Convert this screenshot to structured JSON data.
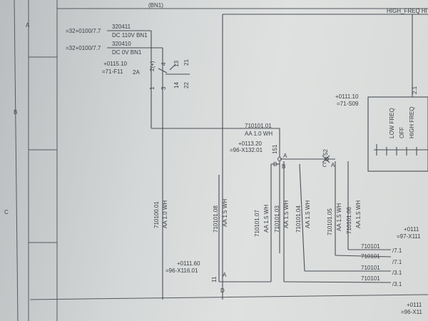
{
  "header": {
    "sheet_tag": "(BN1)",
    "right_title": "HIGH_FREQ HI"
  },
  "zones": [
    "A",
    "B",
    "C"
  ],
  "top_left": {
    "ref1": "=32+0100/7.7",
    "wire1": "320411",
    "desc1": "DC 110V BN1",
    "ref2": "=32+0100/7.7",
    "wire2": "320410",
    "desc2": "DC 0V BN1",
    "fuse_pos": "+0115.10",
    "fuse_tag": "=71-F11",
    "fuse_rating": "2A",
    "pin_1": "1",
    "pin_3": "3",
    "pin_2": "2(+)",
    "pin_4": "4",
    "pin_13": "13",
    "pin_21": "21",
    "pin_14": "14",
    "pin_22": "22"
  },
  "switch": {
    "pos": "+0111.10",
    "tag": "=71-S09",
    "label_low": "LOW FREQ",
    "label_off": "OFF",
    "label_high": "HIGH FREQ",
    "contact": "2.1"
  },
  "bus": {
    "wire": "710101.01",
    "spec": "AA 1.0 WH"
  },
  "terminal_block": {
    "pos": "+0113.20",
    "tag": "=96-X132.01",
    "term_151": "151",
    "term_52": "52",
    "label_d": "D",
    "label_a1": "A",
    "label_b": "B",
    "label_c": "C",
    "label_a2": "A"
  },
  "vertical_wires": [
    {
      "wire": "710100.01",
      "spec": "AA 1.0 WH"
    },
    {
      "wire": "710101.08",
      "spec": "AA 1.5 WH"
    },
    {
      "wire": "710101.07",
      "spec": "AA 1.5 WH"
    },
    {
      "wire": "710101.03",
      "spec": "AA 1.5 WH"
    },
    {
      "wire": "710101.04",
      "spec": "AA 1.5 WH"
    },
    {
      "wire": "710101.05",
      "spec": "AA 1.5 WH"
    },
    {
      "wire": "710101.06",
      "spec": "AA 1.5 WH"
    }
  ],
  "bottom_terminal": {
    "pos": "+0111.60",
    "tag": "=96-X116.01",
    "num": "11",
    "label_a": "A",
    "label_d": "D"
  },
  "outputs": [
    {
      "wire": "710101",
      "ref": "/7.1"
    },
    {
      "wire": "710101",
      "ref": "/7.1"
    },
    {
      "wire": "710101",
      "ref": "/3.1"
    },
    {
      "wire": "710101",
      "ref": "/3.1"
    }
  ],
  "right_edge": {
    "pos1": "+0111",
    "tag1": "=97-X111",
    "pos2": "+0111",
    "tag2": "=96-X11"
  }
}
